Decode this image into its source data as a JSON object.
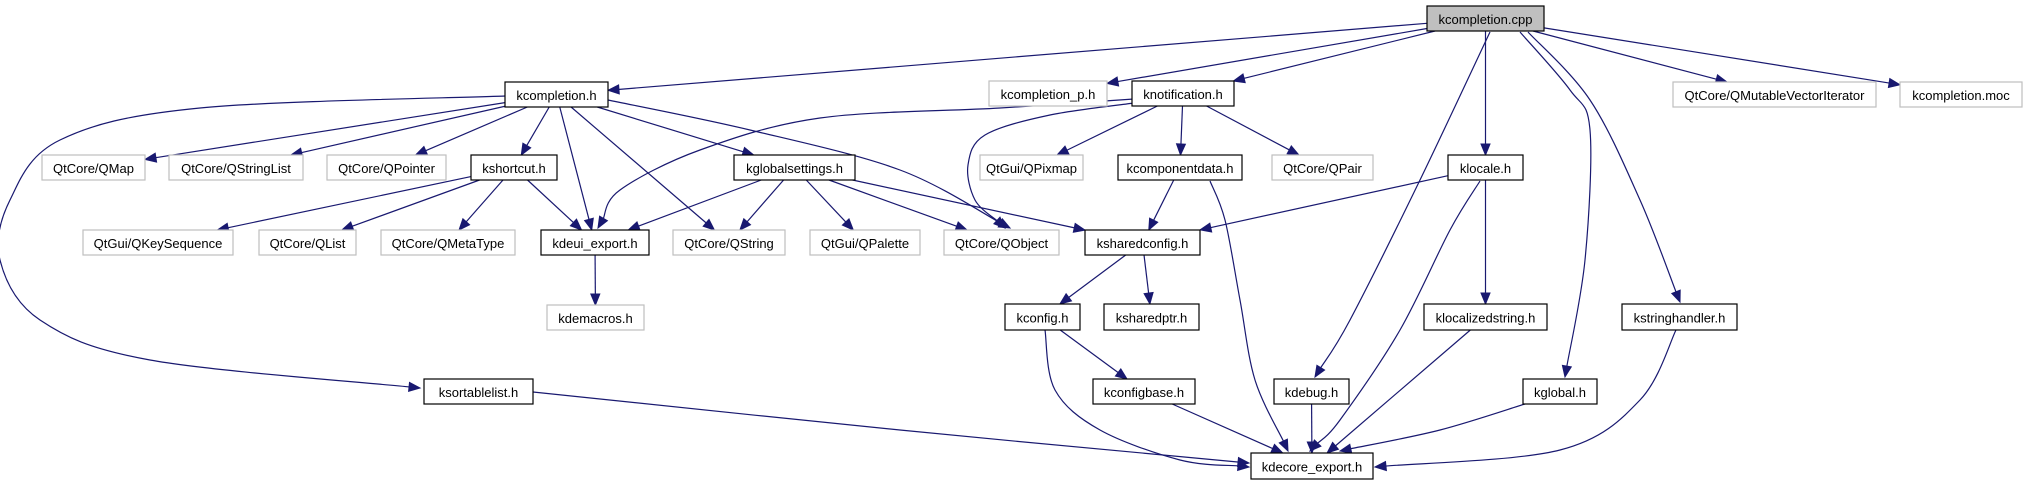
{
  "diagram": {
    "type": "include-dependency-graph",
    "root": "kcompletion.cpp",
    "colors": {
      "edge": "#191970",
      "node_border": "#000000",
      "external_border": "#bfbfbf",
      "root_fill": "#bfbfbf"
    },
    "nodes": [
      {
        "id": "kcompletion_cpp",
        "label": "kcompletion.cpp",
        "kind": "root"
      },
      {
        "id": "kcompletion_h",
        "label": "kcompletion.h",
        "kind": "documented"
      },
      {
        "id": "kcompletion_p_h",
        "label": "kcompletion_p.h",
        "kind": "external"
      },
      {
        "id": "knotification_h",
        "label": "knotification.h",
        "kind": "documented"
      },
      {
        "id": "qmutablevectoriterator",
        "label": "QtCore/QMutableVectorIterator",
        "kind": "external"
      },
      {
        "id": "kcompletion_moc",
        "label": "kcompletion.moc",
        "kind": "external"
      },
      {
        "id": "qmap",
        "label": "QtCore/QMap",
        "kind": "external"
      },
      {
        "id": "qstringlist",
        "label": "QtCore/QStringList",
        "kind": "external"
      },
      {
        "id": "qpointer",
        "label": "QtCore/QPointer",
        "kind": "external"
      },
      {
        "id": "kshortcut_h",
        "label": "kshortcut.h",
        "kind": "documented"
      },
      {
        "id": "kglobalsettings_h",
        "label": "kglobalsettings.h",
        "kind": "documented"
      },
      {
        "id": "qpixmap",
        "label": "QtGui/QPixmap",
        "kind": "external"
      },
      {
        "id": "kcomponentdata_h",
        "label": "kcomponentdata.h",
        "kind": "documented"
      },
      {
        "id": "qpair",
        "label": "QtCore/QPair",
        "kind": "external"
      },
      {
        "id": "klocale_h",
        "label": "klocale.h",
        "kind": "documented"
      },
      {
        "id": "qkeysequence",
        "label": "QtGui/QKeySequence",
        "kind": "external"
      },
      {
        "id": "qlist",
        "label": "QtCore/QList",
        "kind": "external"
      },
      {
        "id": "qmetatype",
        "label": "QtCore/QMetaType",
        "kind": "external"
      },
      {
        "id": "kdeui_export_h",
        "label": "kdeui_export.h",
        "kind": "documented"
      },
      {
        "id": "qstring",
        "label": "QtCore/QString",
        "kind": "external"
      },
      {
        "id": "qpalette",
        "label": "QtGui/QPalette",
        "kind": "external"
      },
      {
        "id": "qobject",
        "label": "QtCore/QObject",
        "kind": "external"
      },
      {
        "id": "ksharedconfig_h",
        "label": "ksharedconfig.h",
        "kind": "documented"
      },
      {
        "id": "kdemacros_h",
        "label": "kdemacros.h",
        "kind": "external"
      },
      {
        "id": "kconfig_h",
        "label": "kconfig.h",
        "kind": "documented"
      },
      {
        "id": "ksharedptr_h",
        "label": "ksharedptr.h",
        "kind": "documented"
      },
      {
        "id": "klocalizedstring_h",
        "label": "klocalizedstring.h",
        "kind": "documented"
      },
      {
        "id": "kstringhandler_h",
        "label": "kstringhandler.h",
        "kind": "documented"
      },
      {
        "id": "ksortablelist_h",
        "label": "ksortablelist.h",
        "kind": "documented"
      },
      {
        "id": "kconfigbase_h",
        "label": "kconfigbase.h",
        "kind": "documented"
      },
      {
        "id": "kdebug_h",
        "label": "kdebug.h",
        "kind": "documented"
      },
      {
        "id": "kglobal_h",
        "label": "kglobal.h",
        "kind": "documented"
      },
      {
        "id": "kdecore_export_h",
        "label": "kdecore_export.h",
        "kind": "documented"
      }
    ],
    "edges": [
      [
        "kcompletion_cpp",
        "kcompletion_h"
      ],
      [
        "kcompletion_cpp",
        "kcompletion_p_h"
      ],
      [
        "kcompletion_cpp",
        "knotification_h"
      ],
      [
        "kcompletion_cpp",
        "kdebug_h"
      ],
      [
        "kcompletion_cpp",
        "klocale_h"
      ],
      [
        "kcompletion_cpp",
        "kglobal_h"
      ],
      [
        "kcompletion_cpp",
        "kstringhandler_h"
      ],
      [
        "kcompletion_cpp",
        "qmutablevectoriterator"
      ],
      [
        "kcompletion_cpp",
        "kcompletion_moc"
      ],
      [
        "kcompletion_h",
        "qmap"
      ],
      [
        "kcompletion_h",
        "qstringlist"
      ],
      [
        "kcompletion_h",
        "qpointer"
      ],
      [
        "kcompletion_h",
        "kshortcut_h"
      ],
      [
        "kcompletion_h",
        "kdeui_export_h"
      ],
      [
        "kcompletion_h",
        "qstring"
      ],
      [
        "kcompletion_h",
        "kglobalsettings_h"
      ],
      [
        "kcompletion_h",
        "qobject"
      ],
      [
        "kcompletion_h",
        "ksortablelist_h"
      ],
      [
        "kshortcut_h",
        "qkeysequence"
      ],
      [
        "kshortcut_h",
        "qlist"
      ],
      [
        "kshortcut_h",
        "qmetatype"
      ],
      [
        "kshortcut_h",
        "kdeui_export_h"
      ],
      [
        "kglobalsettings_h",
        "kdeui_export_h"
      ],
      [
        "kglobalsettings_h",
        "qstring"
      ],
      [
        "kglobalsettings_h",
        "qpalette"
      ],
      [
        "kglobalsettings_h",
        "qobject"
      ],
      [
        "kglobalsettings_h",
        "ksharedconfig_h"
      ],
      [
        "kdeui_export_h",
        "kdemacros_h"
      ],
      [
        "knotification_h",
        "kdeui_export_h"
      ],
      [
        "knotification_h",
        "qobject"
      ],
      [
        "knotification_h",
        "qpixmap"
      ],
      [
        "knotification_h",
        "kcomponentdata_h"
      ],
      [
        "knotification_h",
        "qpair"
      ],
      [
        "kcomponentdata_h",
        "ksharedconfig_h"
      ],
      [
        "kcomponentdata_h",
        "kdecore_export_h"
      ],
      [
        "klocale_h",
        "ksharedconfig_h"
      ],
      [
        "klocale_h",
        "kdecore_export_h"
      ],
      [
        "klocale_h",
        "klocalizedstring_h"
      ],
      [
        "ksharedconfig_h",
        "kconfig_h"
      ],
      [
        "ksharedconfig_h",
        "ksharedptr_h"
      ],
      [
        "kconfig_h",
        "kdecore_export_h"
      ],
      [
        "kconfig_h",
        "kconfigbase_h"
      ],
      [
        "kconfigbase_h",
        "kdecore_export_h"
      ],
      [
        "kdebug_h",
        "kdecore_export_h"
      ],
      [
        "klocalizedstring_h",
        "kdecore_export_h"
      ],
      [
        "kglobal_h",
        "kdecore_export_h"
      ],
      [
        "kstringhandler_h",
        "kdecore_export_h"
      ],
      [
        "ksortablelist_h",
        "kdecore_export_h"
      ]
    ]
  }
}
